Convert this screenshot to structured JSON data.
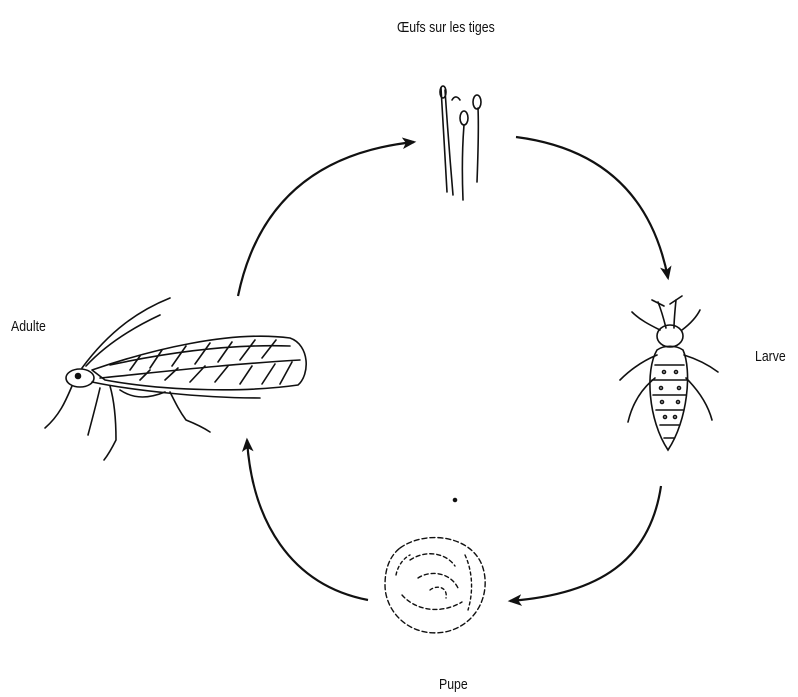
{
  "diagram": {
    "stages": {
      "eggs": "Œufs sur les tiges",
      "larva": "Larve",
      "pupa": "Pupe",
      "adult": "Adulte"
    }
  }
}
